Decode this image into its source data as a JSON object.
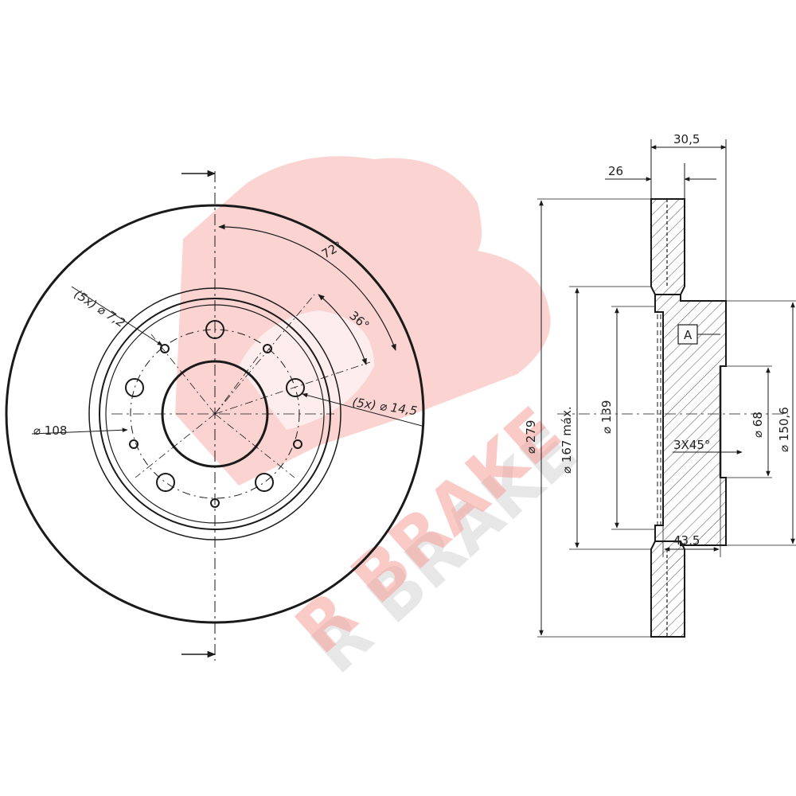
{
  "watermark": {
    "logo_text": "R BRAKE",
    "color": "#f7a09a"
  },
  "front_view": {
    "bolt_holes_label": "(5x) ⌀ 7,2",
    "lug_holes_label": "(5x) ⌀ 14,5",
    "angle_72_label": "72°",
    "angle_36_label": "36°",
    "pcd_label": "⌀ 108"
  },
  "side_view": {
    "width_total_label": "30,5",
    "width_disc_label": "26",
    "outer_dia_label": "⌀ 279",
    "max_dia_label": "⌀ 167 máx.",
    "hat_dia_label": "⌀ 139",
    "bore_label": "⌀ 68",
    "hub_dia_label": "⌀ 150,6",
    "chamfer_label": "3X45°",
    "height_label": "43,5",
    "datum_label": "A"
  },
  "colors": {
    "line": "#1a1a1a",
    "hatch": "#555555"
  }
}
